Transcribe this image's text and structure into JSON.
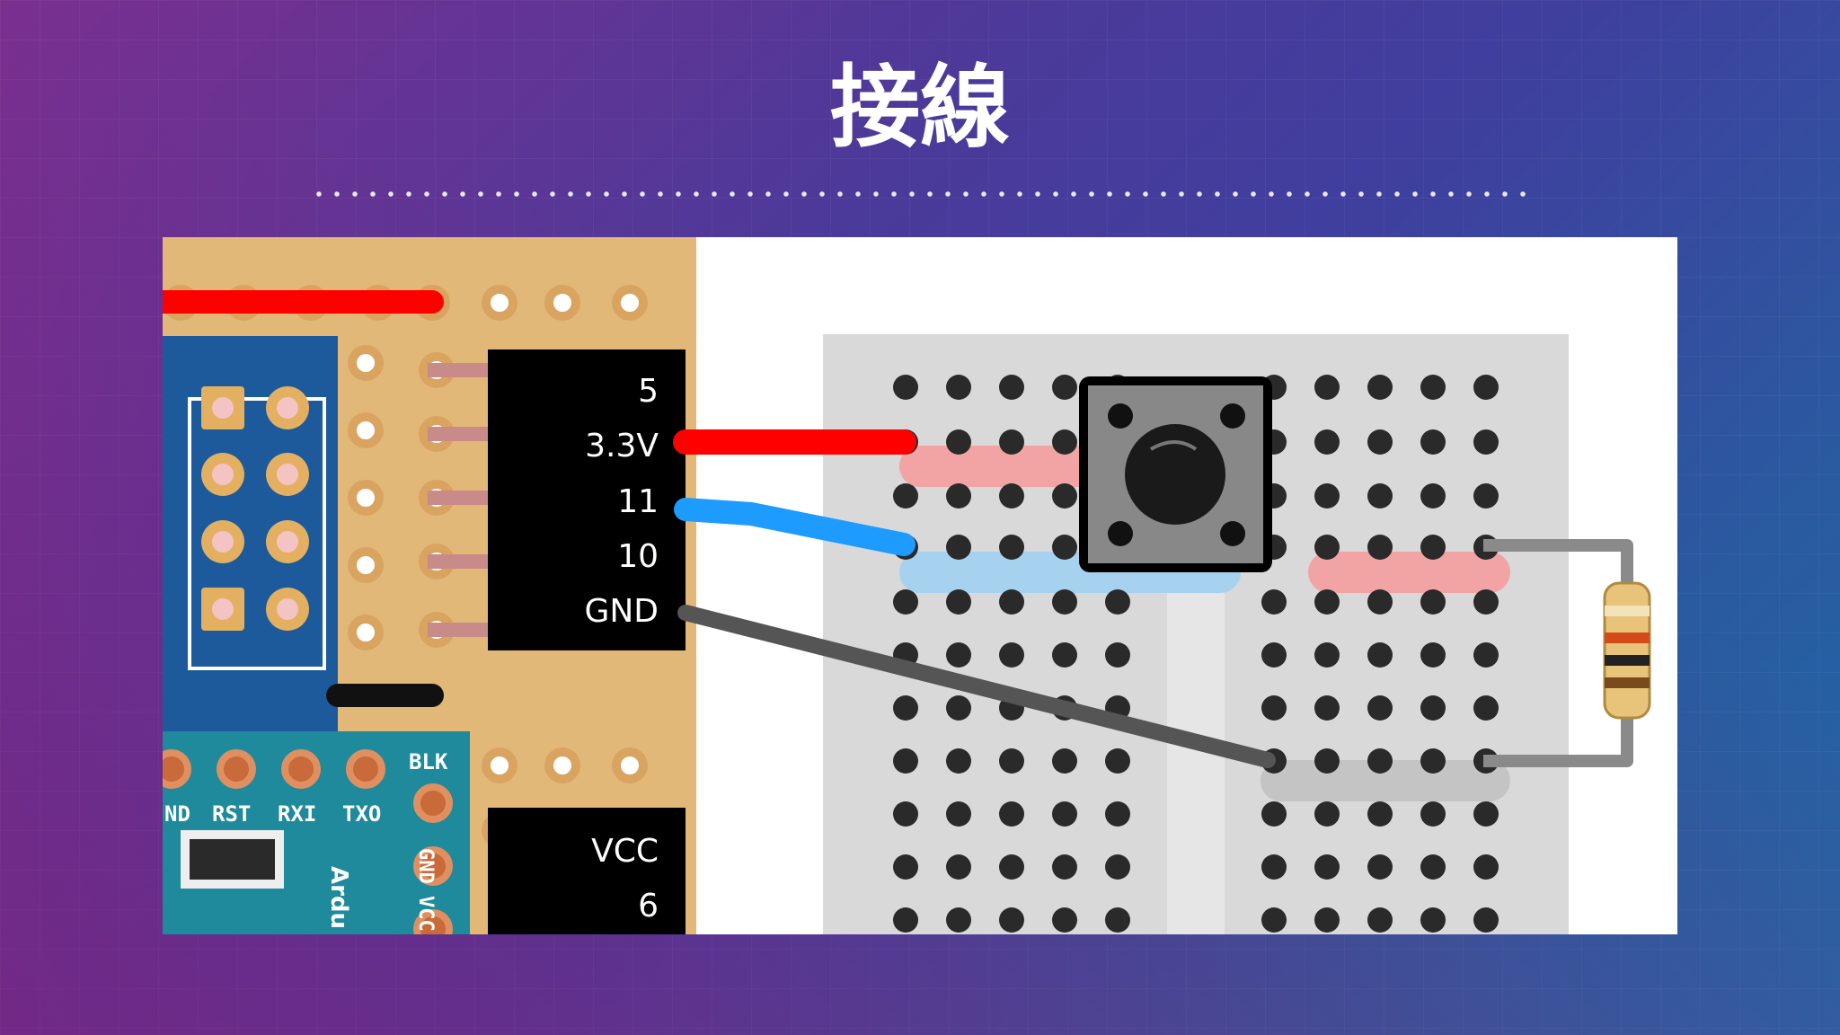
{
  "slide": {
    "title": "接線"
  },
  "diagram": {
    "pins_top": [
      "5",
      "3.3V",
      "11",
      "10",
      "GND"
    ],
    "pins_bottom": [
      "VCC",
      "6"
    ],
    "board_labels": [
      "ND",
      "RST",
      "RXI",
      "TXO",
      "BLK"
    ],
    "chip_label": "GND VCC",
    "arduino_text": "Ardu",
    "colors": {
      "wire_power": "#ff0000",
      "wire_signal": "#1e9bff",
      "wire_ground": "#555555",
      "protoboard": "#e2b878",
      "breadboard": "#d9d9d9",
      "board_blue": "#1d5a9c"
    }
  }
}
